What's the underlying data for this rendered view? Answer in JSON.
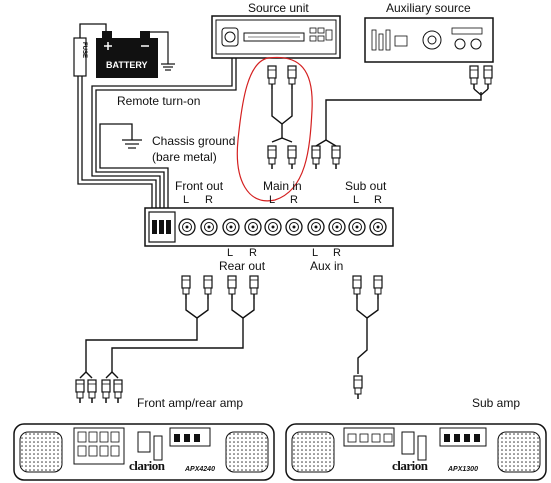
{
  "labels": {
    "source_unit": "Source unit",
    "auxiliary_source": "Auxiliary source",
    "battery": "BATTERY",
    "fuse": "FUSE",
    "remote_turn_on": "Remote turn-on",
    "chassis_ground_line1": "Chassis ground",
    "chassis_ground_line2": "(bare metal)",
    "front_out": "Front out",
    "main_in": "Main in",
    "sub_out": "Sub out",
    "rear_out": "Rear out",
    "aux_in": "Aux in",
    "front_amp": "Front amp/rear amp",
    "sub_amp": "Sub amp",
    "ch_l": "L",
    "ch_r": "R",
    "brand": "clarion",
    "model_front": "APX4240",
    "model_sub": "APX1300"
  },
  "colors": {
    "line": "#111111",
    "annotation": "#d42020",
    "background": "#ffffff"
  }
}
